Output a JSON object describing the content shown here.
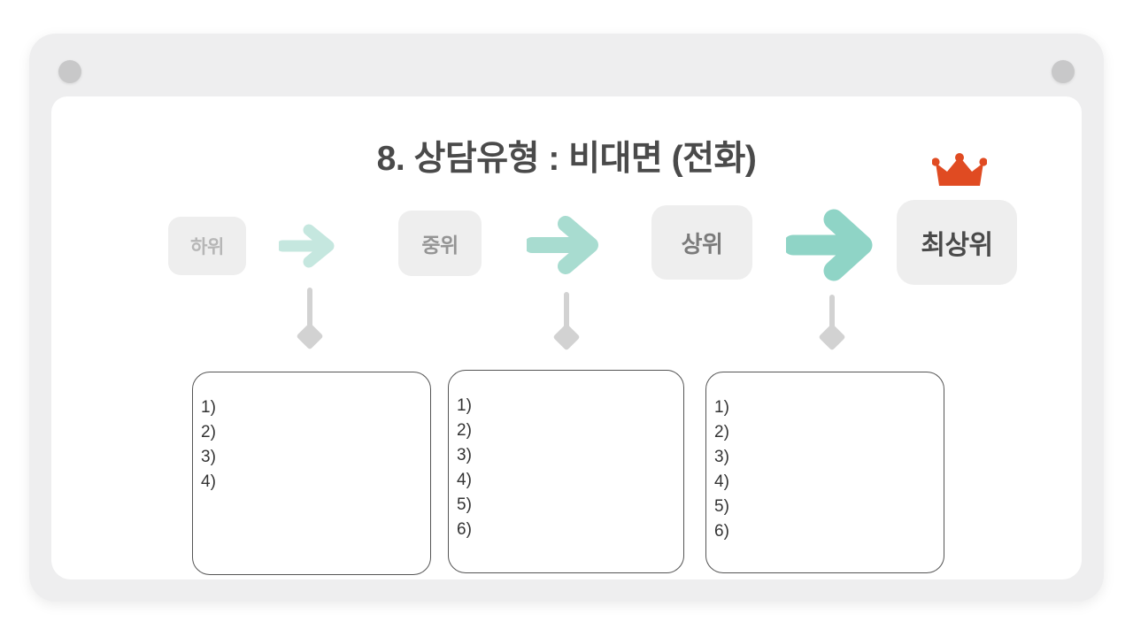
{
  "slide": {
    "title": "8. 상담유형 : 비대면 (전화)",
    "frame": {
      "left_dot": "window-dot",
      "right_dot": "window-dot"
    },
    "colors": {
      "frame_bg": "#eeeeef",
      "screen_bg": "#ffffff",
      "dot": "#c8c8c9",
      "title_text": "#4a4a4a",
      "chip_bg": "#eeeeee",
      "arrow_light": "#c5e7df",
      "arrow_mid": "#a8dcd0",
      "arrow_strong": "#8fd4c6",
      "connector": "#d2d2d2",
      "crown": "#e04b22",
      "note_border": "#555555"
    },
    "tiers": [
      {
        "label": "하위",
        "text_color": "#b6b6b6"
      },
      {
        "label": "중위",
        "text_color": "#949494"
      },
      {
        "label": "상위",
        "text_color": "#7a7a7a"
      },
      {
        "label": "최상위",
        "text_color": "#4a4a4a"
      }
    ],
    "arrows": [
      {
        "name": "arrow-right-icon",
        "color": "#c5e7df"
      },
      {
        "name": "arrow-right-icon",
        "color": "#a8dcd0"
      },
      {
        "name": "arrow-right-icon",
        "color": "#8fd4c6"
      }
    ],
    "crown": {
      "name": "crown-icon",
      "color": "#e04b22"
    },
    "connectors": [
      {
        "name": "down-connector-diamond"
      },
      {
        "name": "down-connector-diamond"
      },
      {
        "name": "down-connector-diamond"
      }
    ],
    "note_boxes": [
      {
        "items": [
          "1)",
          "2)",
          "3)",
          "4)"
        ]
      },
      {
        "items": [
          "1)",
          "2)",
          "3)",
          "4)",
          "5)",
          "6)"
        ]
      },
      {
        "items": [
          "1)",
          "2)",
          "3)",
          "4)",
          "5)",
          "6)"
        ]
      }
    ]
  }
}
